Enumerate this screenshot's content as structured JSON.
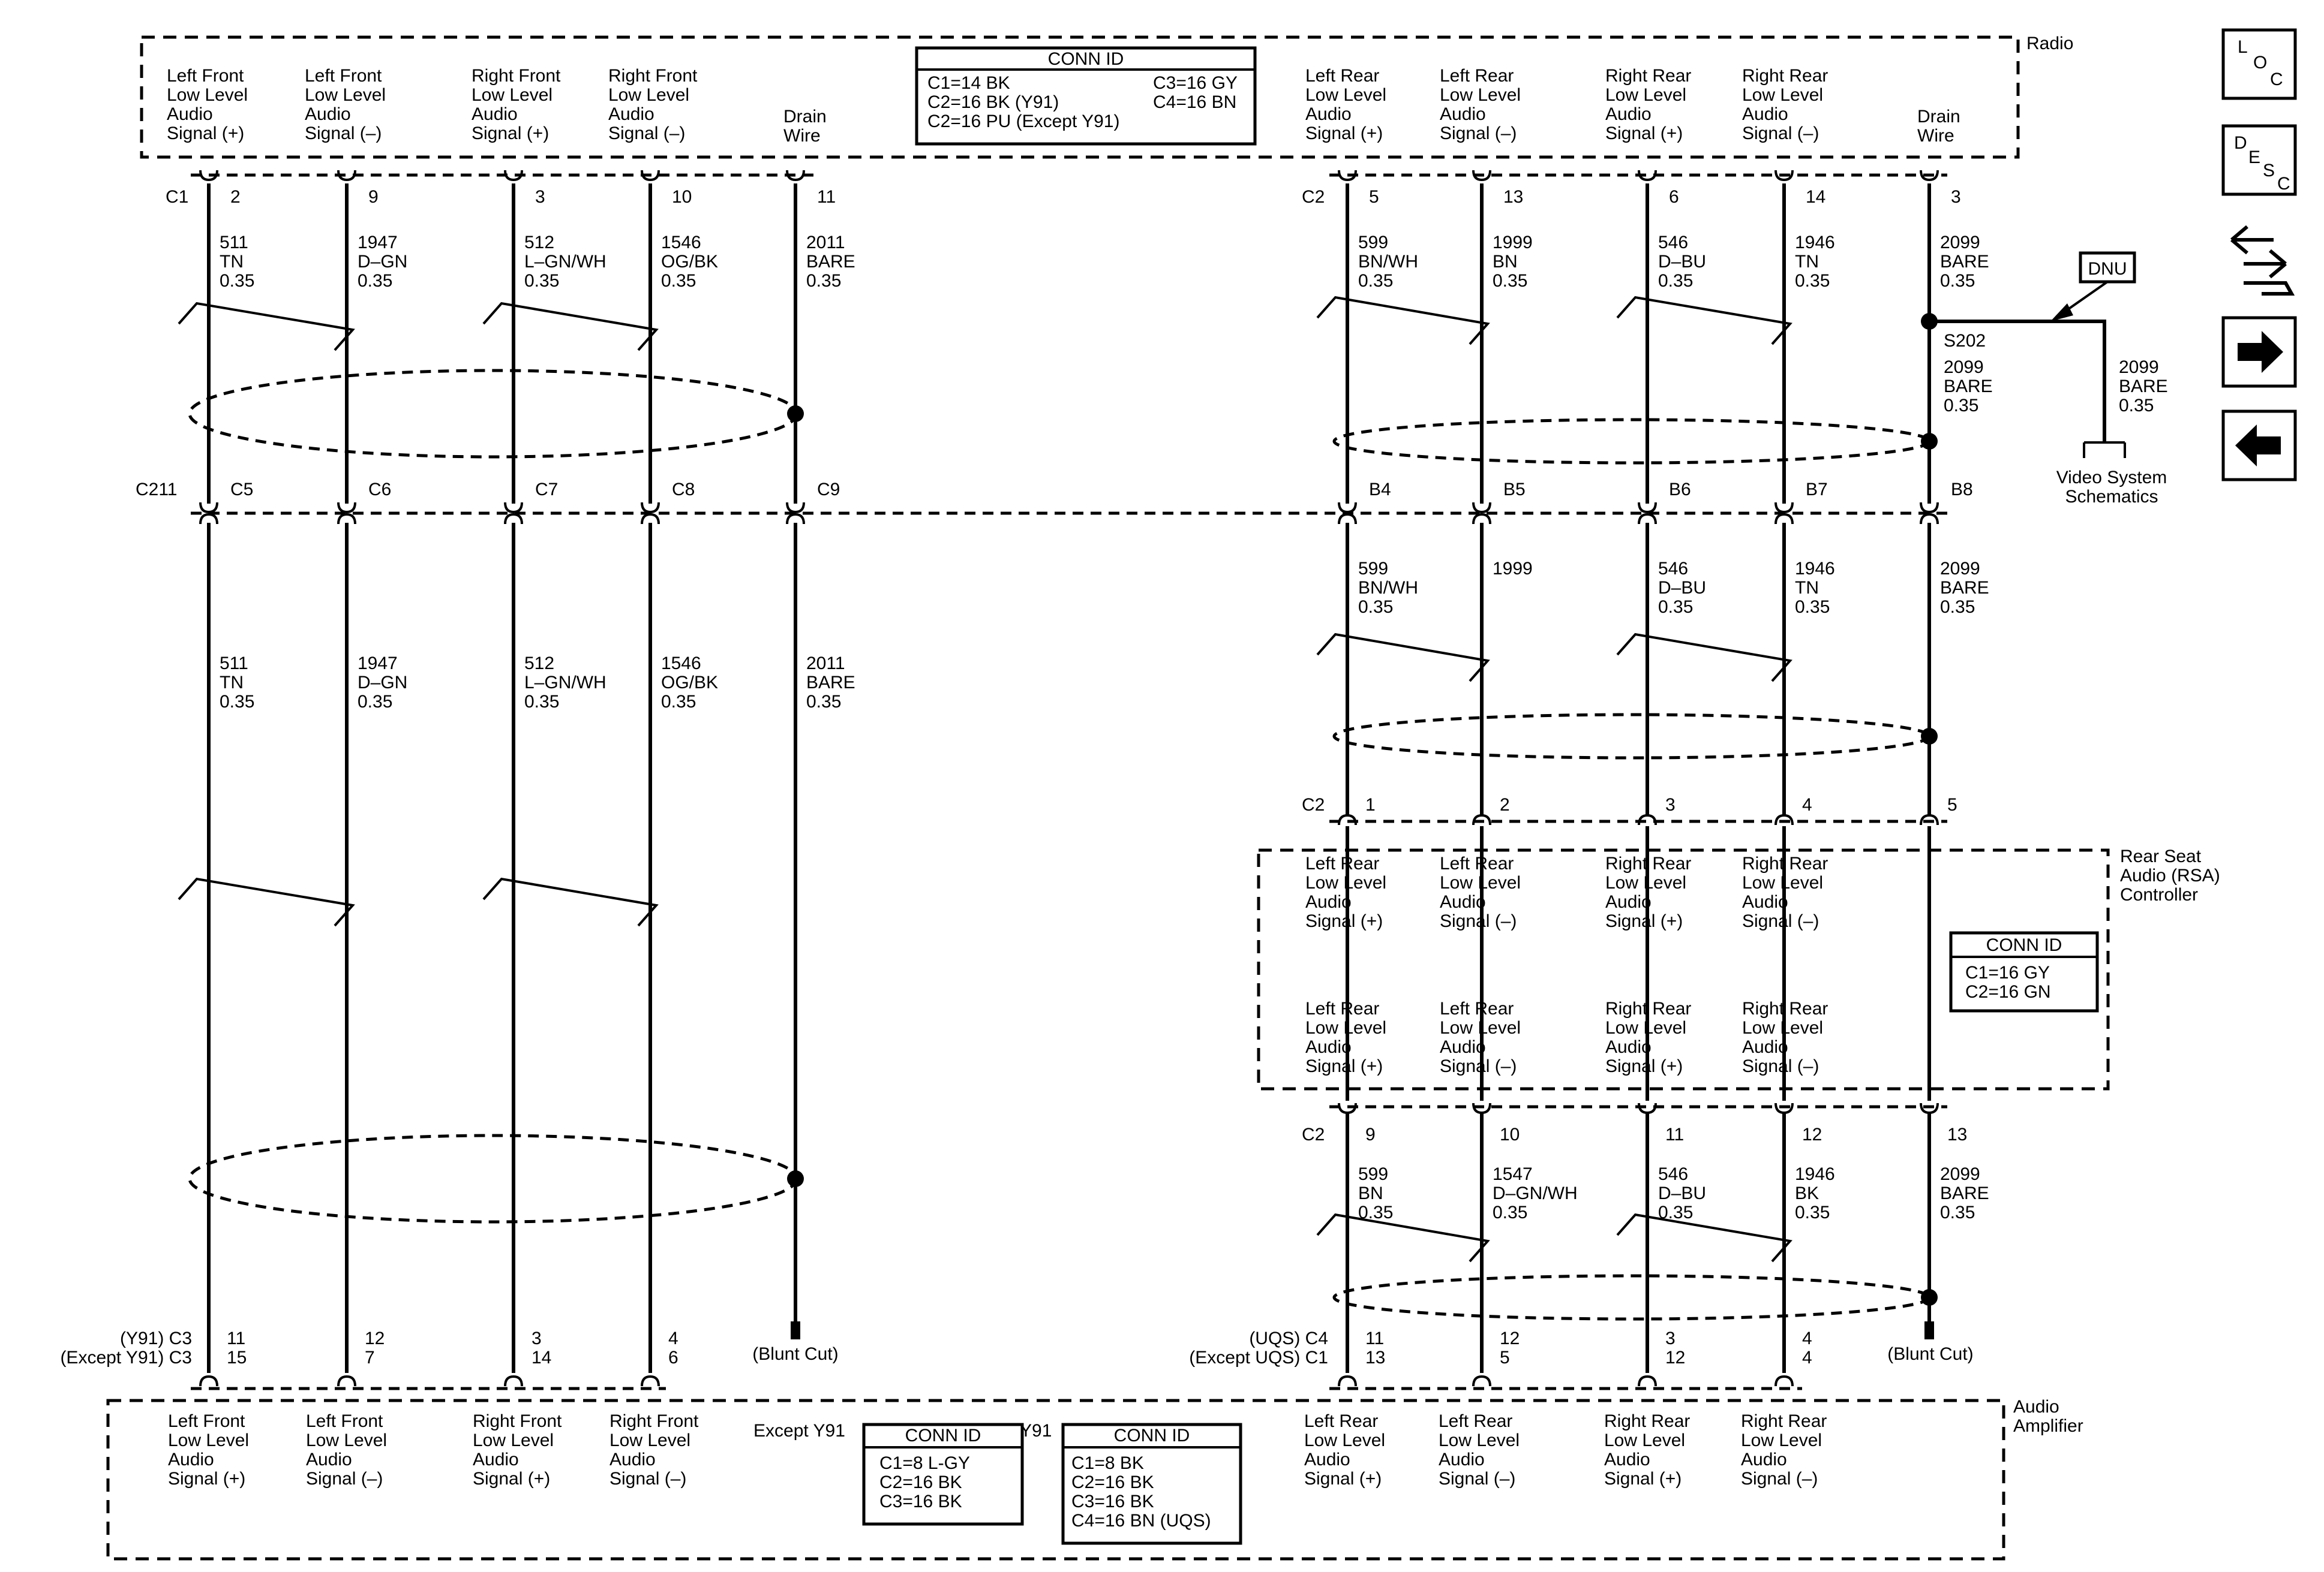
{
  "components": {
    "radio": "Radio",
    "rsa": [
      "Rear Seat",
      "Audio (RSA)",
      "Controller"
    ],
    "amp": [
      "Audio",
      "Amplifier"
    ],
    "video": [
      "Video System",
      "Schematics"
    ]
  },
  "connectors": {
    "radio_c1": "C1",
    "radio_c2": "C2",
    "c211": "C211",
    "rsa_c2_top": "C2",
    "rsa_c2_bottom": "C2",
    "amp_left": [
      "(Y91) C3",
      "(Except Y91) C3"
    ],
    "amp_right": [
      "(UQS) C4",
      "(Except UQS) C1"
    ],
    "splice": "S202",
    "dnu": "DNU",
    "blunt_left": "(Blunt Cut)",
    "blunt_right": "(Blunt Cut)",
    "except_y91": "Except Y91",
    "y91": "Y91"
  },
  "conn_ids": {
    "radio": {
      "title": "CONN ID",
      "left": [
        "C1=14 BK",
        "C2=16 BK (Y91)",
        "C2=16 PU (Except Y91)"
      ],
      "right": [
        "C3=16 GY",
        "C4=16 BN"
      ]
    },
    "rsa": {
      "title": "CONN ID",
      "lines": [
        "C1=16 GY",
        "C2=16 GN"
      ]
    },
    "amp_except_y91": {
      "title": "CONN ID",
      "lines": [
        "C1=8 L-GY",
        "C2=16 BK",
        "C3=16 BK"
      ]
    },
    "amp_y91": {
      "title": "CONN ID",
      "lines": [
        "C1=8 BK",
        "C2=16 BK",
        "C3=16 BK",
        "C4=16 BN (UQS)"
      ]
    }
  },
  "radio_pins": {
    "left": [
      {
        "label": [
          "Left Front",
          "Low Level",
          "Audio",
          "Signal (+)"
        ],
        "pin": "2",
        "inline": "C5"
      },
      {
        "label": [
          "Left Front",
          "Low Level",
          "Audio",
          "Signal (–)"
        ],
        "pin": "9",
        "inline": "C6"
      },
      {
        "label": [
          "Right Front",
          "Low Level",
          "Audio",
          "Signal (+)"
        ],
        "pin": "3",
        "inline": "C7"
      },
      {
        "label": [
          "Right Front",
          "Low Level",
          "Audio",
          "Signal (–)"
        ],
        "pin": "10",
        "inline": "C8"
      },
      {
        "label": [
          "Drain",
          "Wire"
        ],
        "pin": "11",
        "inline": "C9"
      }
    ],
    "right": [
      {
        "label": [
          "Left Rear",
          "Low Level",
          "Audio",
          "Signal (+)"
        ],
        "pin": "5",
        "inline": "B4"
      },
      {
        "label": [
          "Left Rear",
          "Low Level",
          "Audio",
          "Signal (–)"
        ],
        "pin": "13",
        "inline": "B5"
      },
      {
        "label": [
          "Right Rear",
          "Low Level",
          "Audio",
          "Signal (+)"
        ],
        "pin": "6",
        "inline": "B6"
      },
      {
        "label": [
          "Right Rear",
          "Low Level",
          "Audio",
          "Signal (–)"
        ],
        "pin": "14",
        "inline": "B7"
      },
      {
        "label": [
          "Drain",
          "Wire"
        ],
        "pin": "3",
        "inline": "B8"
      }
    ]
  },
  "wires": {
    "left_upper": [
      [
        "511",
        "TN",
        "0.35"
      ],
      [
        "1947",
        "D–GN",
        "0.35"
      ],
      [
        "512",
        "L–GN/WH",
        "0.35"
      ],
      [
        "1546",
        "OG/BK",
        "0.35"
      ],
      [
        "2011",
        "BARE",
        "0.35"
      ]
    ],
    "left_lower": [
      [
        "511",
        "TN",
        "0.35"
      ],
      [
        "1947",
        "D–GN",
        "0.35"
      ],
      [
        "512",
        "L–GN/WH",
        "0.35"
      ],
      [
        "1546",
        "OG/BK",
        "0.35"
      ],
      [
        "2011",
        "BARE",
        "0.35"
      ]
    ],
    "right_upper": [
      [
        "599",
        "BN/WH",
        "0.35"
      ],
      [
        "1999",
        "BN",
        "0.35"
      ],
      [
        "546",
        "D–BU",
        "0.35"
      ],
      [
        "1946",
        "TN",
        "0.35"
      ],
      [
        "2099",
        "BARE",
        "0.35"
      ]
    ],
    "right_middle": [
      [
        "599",
        "BN/WH",
        "0.35"
      ],
      [
        "1999"
      ],
      [
        "546",
        "D–BU",
        "0.35"
      ],
      [
        "1946",
        "TN",
        "0.35"
      ],
      [
        "2099",
        "BARE",
        "0.35"
      ]
    ],
    "right_lower": [
      [
        "599",
        "BN",
        "0.35"
      ],
      [
        "1547",
        "D–GN/WH",
        "0.35"
      ],
      [
        "546",
        "D–BU",
        "0.35"
      ],
      [
        "1946",
        "BK",
        "0.35"
      ],
      [
        "2099",
        "BARE",
        "0.35"
      ]
    ],
    "splice_branch": [
      "2099",
      "BARE",
      "0.35"
    ],
    "splice_down": [
      "2099",
      "BARE",
      "0.35"
    ]
  },
  "rsa_pins": {
    "top": [
      {
        "label": [
          "Left Rear",
          "Low Level",
          "Audio",
          "Signal (+)"
        ],
        "pin": "1"
      },
      {
        "label": [
          "Left Rear",
          "Low Level",
          "Audio",
          "Signal (–)"
        ],
        "pin": "2"
      },
      {
        "label": [
          "Right Rear",
          "Low Level",
          "Audio",
          "Signal (+)"
        ],
        "pin": "3"
      },
      {
        "label": [
          "Right Rear",
          "Low Level",
          "Audio",
          "Signal (–)"
        ],
        "pin": "4"
      },
      {
        "pin": "5"
      }
    ],
    "bottom": [
      {
        "label": [
          "Left Rear",
          "Low Level",
          "Audio",
          "Signal (+)"
        ],
        "pin": "9"
      },
      {
        "label": [
          "Left Rear",
          "Low Level",
          "Audio",
          "Signal (–)"
        ],
        "pin": "10"
      },
      {
        "label": [
          "Right Rear",
          "Low Level",
          "Audio",
          "Signal (+)"
        ],
        "pin": "11"
      },
      {
        "label": [
          "Right Rear",
          "Low Level",
          "Audio",
          "Signal (–)"
        ],
        "pin": "12"
      },
      {
        "pin": "13"
      }
    ]
  },
  "amp_pins": {
    "left": [
      {
        "label": [
          "Left Front",
          "Low Level",
          "Audio",
          "Signal (+)"
        ],
        "pins": [
          "11",
          "15"
        ]
      },
      {
        "label": [
          "Left Front",
          "Low Level",
          "Audio",
          "Signal (–)"
        ],
        "pins": [
          "12",
          "7"
        ]
      },
      {
        "label": [
          "Right Front",
          "Low Level",
          "Audio",
          "Signal (+)"
        ],
        "pins": [
          "3",
          "14"
        ]
      },
      {
        "label": [
          "Right Front",
          "Low Level",
          "Audio",
          "Signal (–)"
        ],
        "pins": [
          "4",
          "6"
        ]
      }
    ],
    "right": [
      {
        "label": [
          "Left Rear",
          "Low Level",
          "Audio",
          "Signal (+)"
        ],
        "pins": [
          "11",
          "13"
        ]
      },
      {
        "label": [
          "Left Rear",
          "Low Level",
          "Audio",
          "Signal (–)"
        ],
        "pins": [
          "12",
          "5"
        ]
      },
      {
        "label": [
          "Right Rear",
          "Low Level",
          "Audio",
          "Signal (+)"
        ],
        "pins": [
          "3",
          "12"
        ]
      },
      {
        "label": [
          "Right Rear",
          "Low Level",
          "Audio",
          "Signal (–)"
        ],
        "pins": [
          "4",
          "4"
        ]
      }
    ]
  },
  "nav": {
    "loc": [
      "L",
      "O",
      "C"
    ],
    "desc": [
      "D",
      "E",
      "S",
      "C"
    ]
  }
}
